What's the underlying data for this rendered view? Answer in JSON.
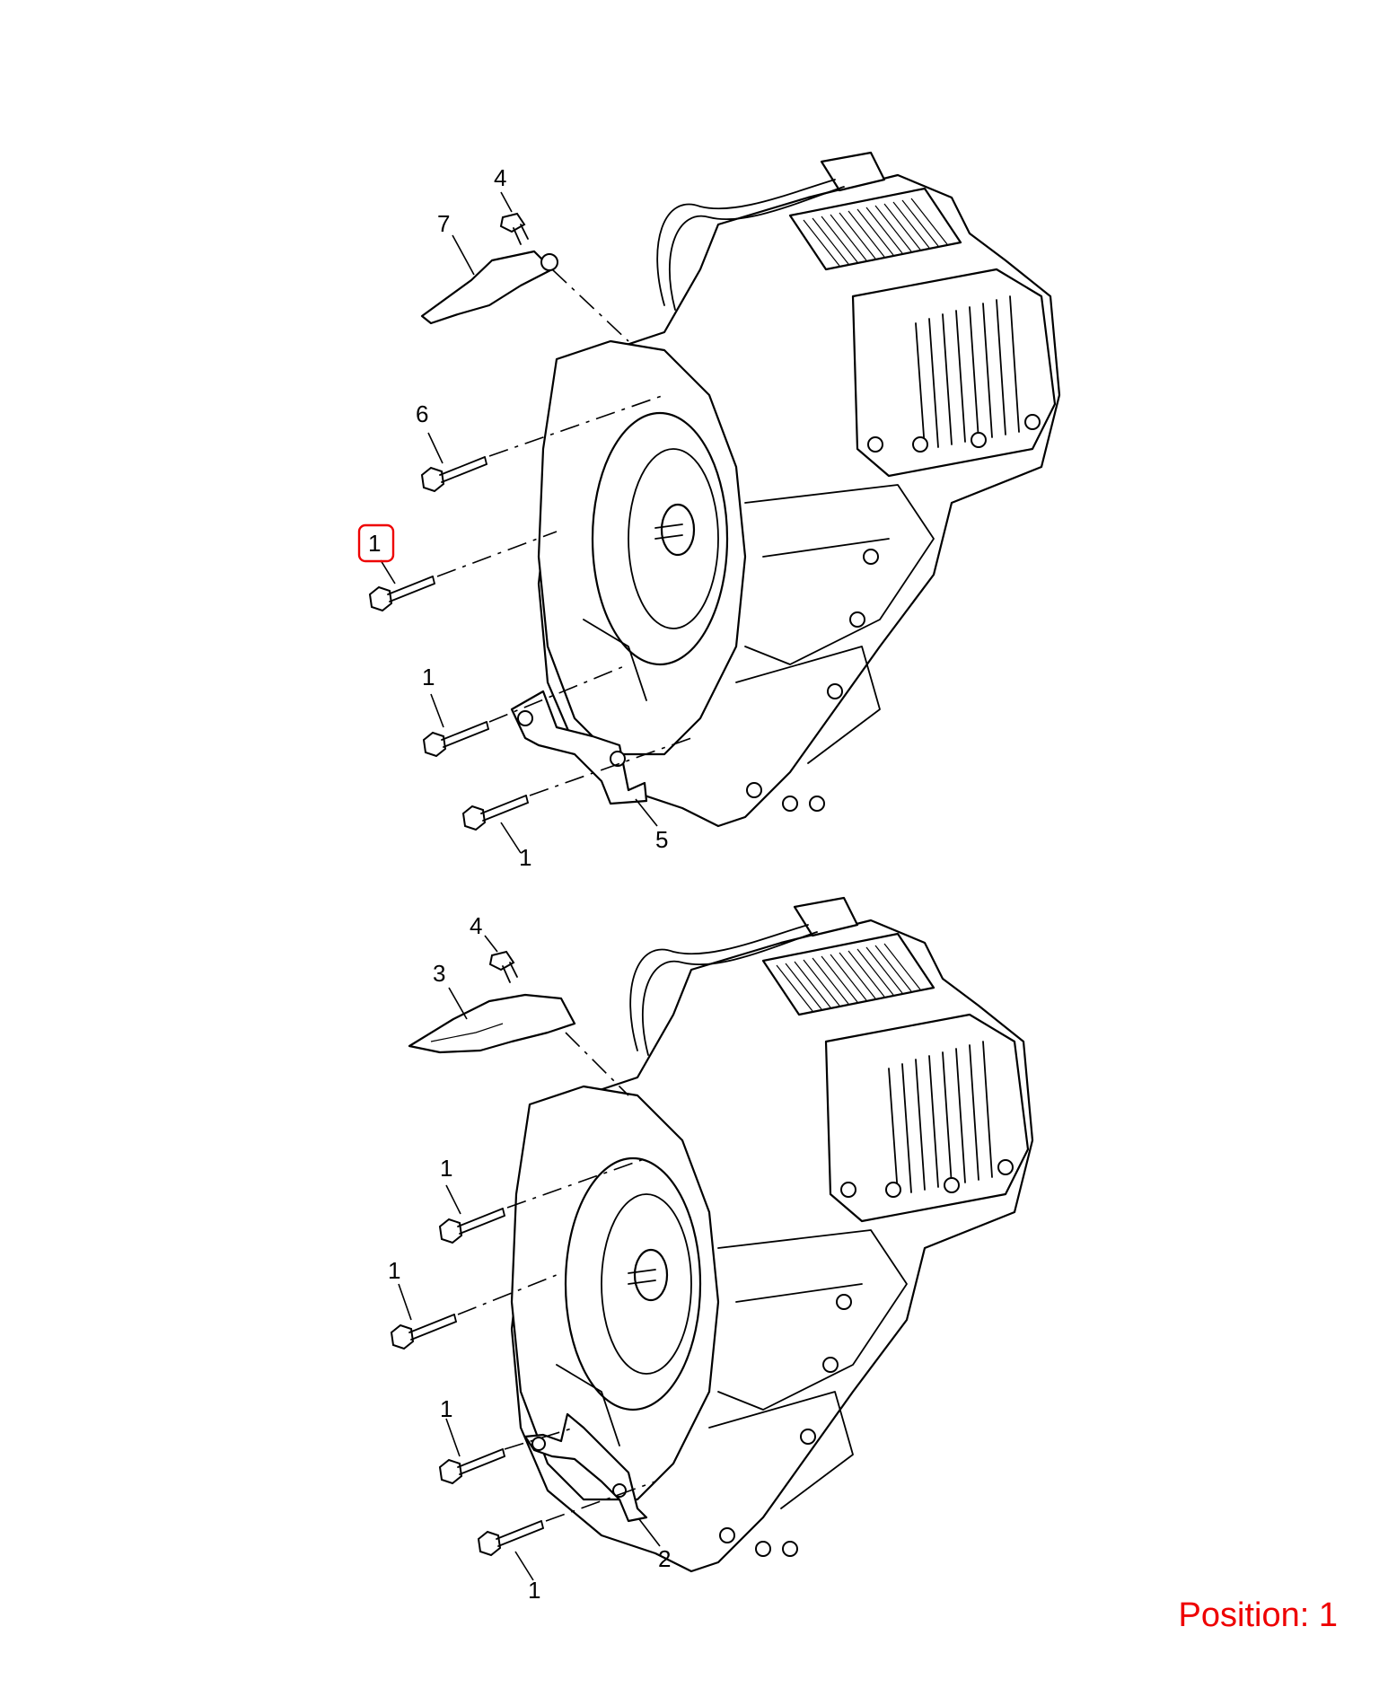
{
  "diagram": {
    "top": {
      "callouts": {
        "c4": "4",
        "c7": "7",
        "c6": "6",
        "c1_highlight": "1",
        "c1_a": "1",
        "c1_b": "1",
        "c5": "5"
      }
    },
    "bottom": {
      "callouts": {
        "c4": "4",
        "c3": "3",
        "c1_a": "1",
        "c1_b": "1",
        "c1_c": "1",
        "c1_d": "1",
        "c2": "2"
      }
    },
    "highlight_color": "#ee0000"
  },
  "position_label": "Position: 1"
}
